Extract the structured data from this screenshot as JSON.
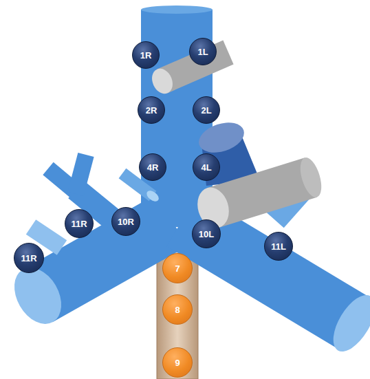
{
  "diagram": {
    "nodes": [
      {
        "text": [
          "1R"
        ]
      },
      {
        "text": [
          "1L"
        ]
      },
      {
        "text": [
          "2R"
        ]
      },
      {
        "text": [
          "2L"
        ]
      },
      {
        "text": [
          "4R"
        ]
      },
      {
        "text": [
          "4L"
        ]
      },
      {
        "text": [
          "11R"
        ]
      },
      {
        "text": [
          "10R"
        ]
      },
      {
        "text": [
          "10L"
        ]
      },
      {
        "text": [
          "11L"
        ]
      },
      {
        "text": [
          "11R"
        ]
      },
      {
        "text": [
          "7"
        ]
      },
      {
        "text": [
          "8"
        ]
      },
      {
        "text": [
          "9"
        ]
      }
    ]
  }
}
